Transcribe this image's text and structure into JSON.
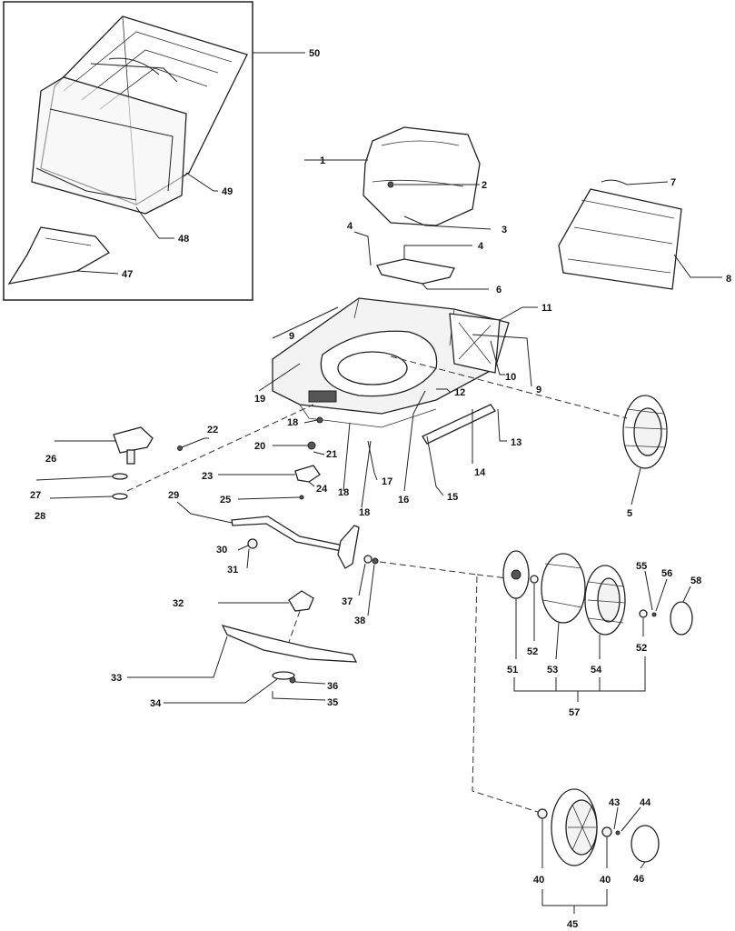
{
  "callouts": {
    "c1": "1",
    "c2": "2",
    "c3": "3",
    "c4a": "4",
    "c4b": "4",
    "c5": "5",
    "c6": "6",
    "c7": "7",
    "c8": "8",
    "c9a": "9",
    "c9b": "9",
    "c10": "10",
    "c11": "11",
    "c12": "12",
    "c13": "13",
    "c14": "14",
    "c15": "15",
    "c16": "16",
    "c17": "17",
    "c18a": "18",
    "c18b": "18",
    "c18c": "18",
    "c19": "19",
    "c20": "20",
    "c21": "21",
    "c22": "22",
    "c23": "23",
    "c24": "24",
    "c25": "25",
    "c26": "26",
    "c27": "27",
    "c28": "28",
    "c29": "29",
    "c30": "30",
    "c31": "31",
    "c32": "32",
    "c33": "33",
    "c34": "34",
    "c35": "35",
    "c36": "36",
    "c37": "37",
    "c38": "38",
    "c40a": "40",
    "c40b": "40",
    "c43": "43",
    "c44": "44",
    "c45": "45",
    "c46": "46",
    "c47": "47",
    "c48": "48",
    "c49": "49",
    "c50": "50",
    "c51": "51",
    "c52a": "52",
    "c52b": "52",
    "c53": "53",
    "c54": "54",
    "c55": "55",
    "c56": "56",
    "c57": "57",
    "c58": "58"
  }
}
